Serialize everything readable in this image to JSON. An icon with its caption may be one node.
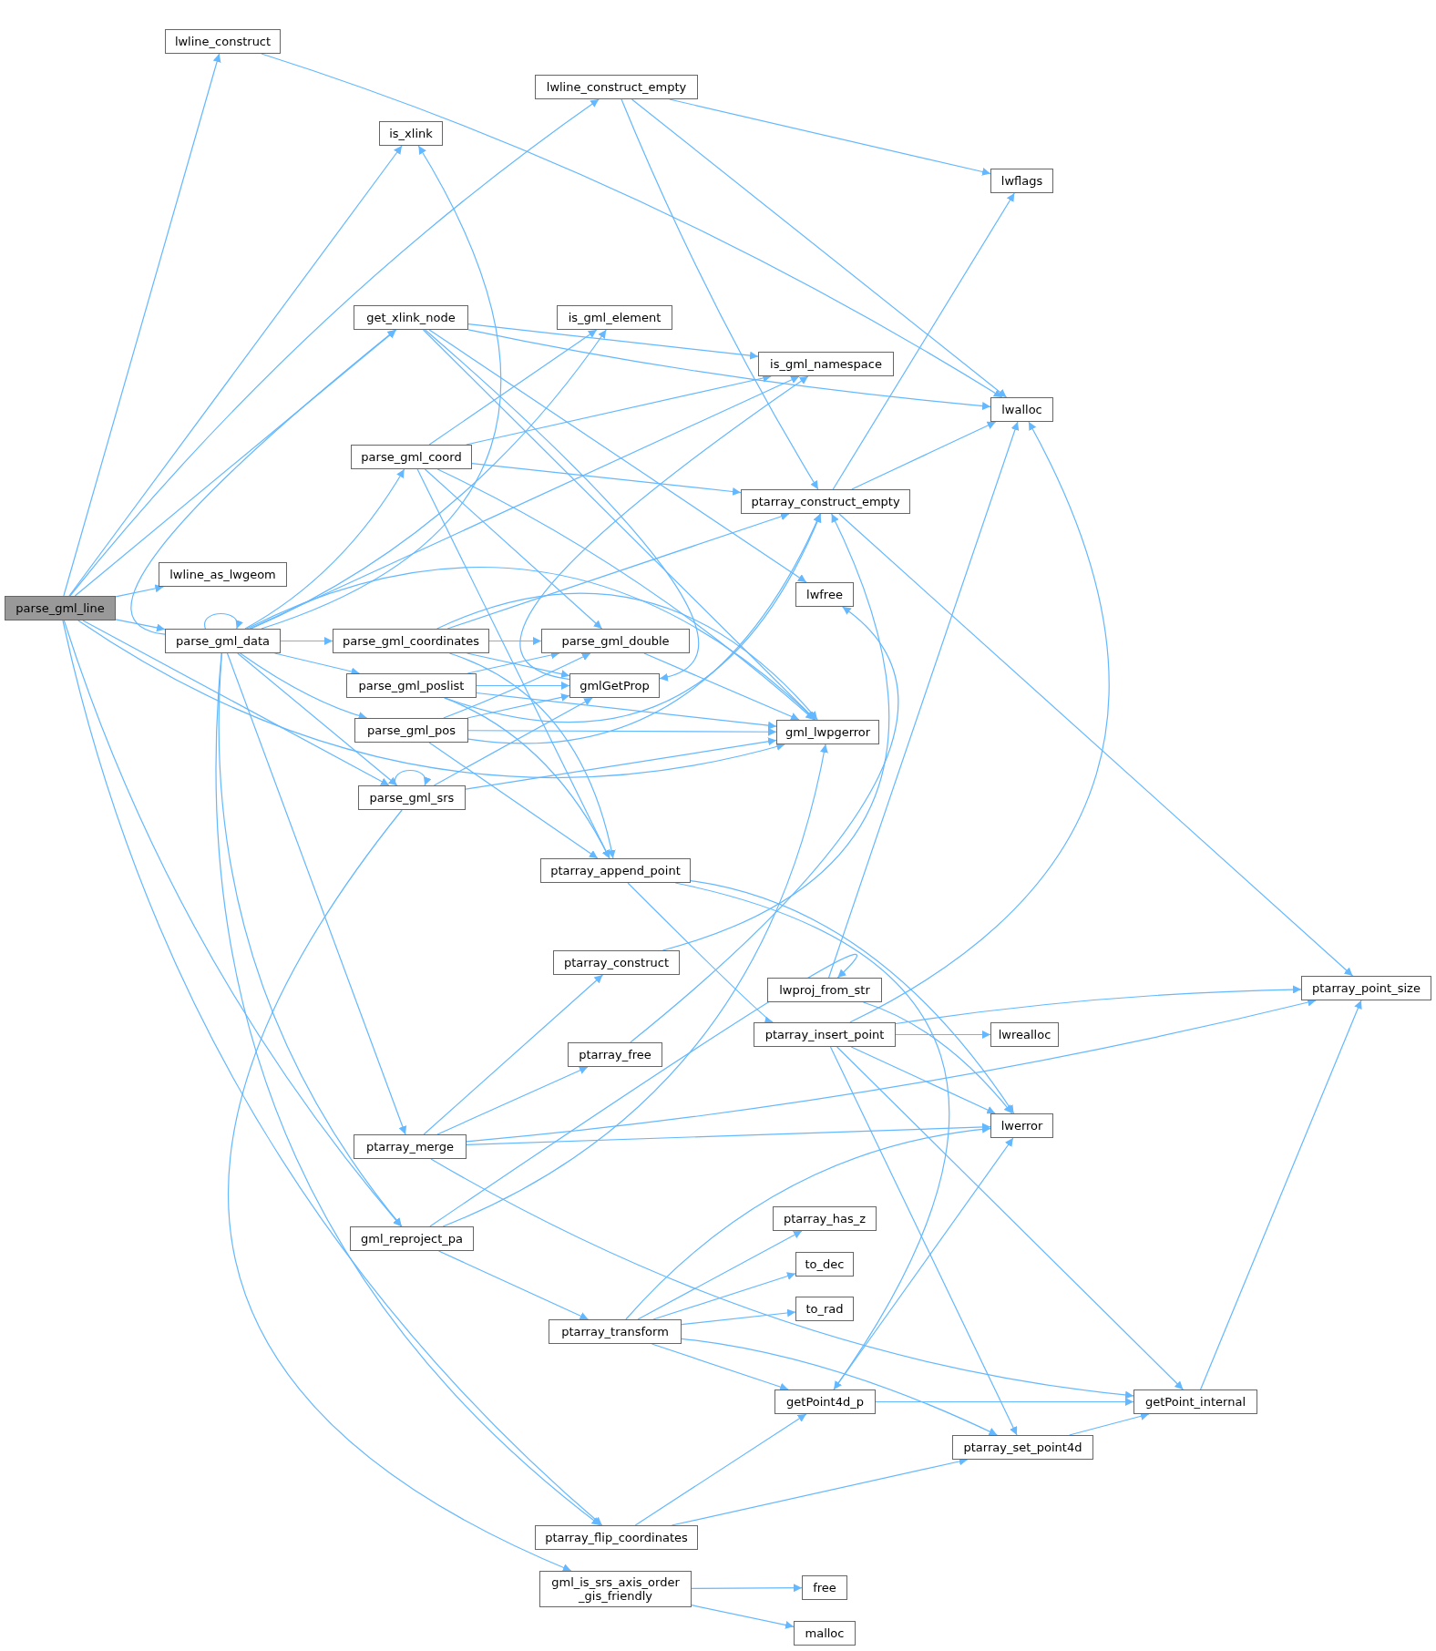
{
  "diagram": {
    "nodes": [
      {
        "text": [
          "parse_gml_line"
        ]
      },
      {
        "text": [
          "lwline_construct"
        ]
      },
      {
        "text": [
          "lwline_construct_empty"
        ]
      },
      {
        "text": [
          "is_xlink"
        ]
      },
      {
        "text": [
          "lwline_as_lwgeom"
        ]
      },
      {
        "text": [
          "parse_gml_data"
        ]
      },
      {
        "text": [
          "get_xlink_node"
        ]
      },
      {
        "text": [
          "is_gml_element"
        ]
      },
      {
        "text": [
          "parse_gml_coord"
        ]
      },
      {
        "text": [
          "parse_gml_coordinates"
        ]
      },
      {
        "text": [
          "parse_gml_poslist"
        ]
      },
      {
        "text": [
          "parse_gml_pos"
        ]
      },
      {
        "text": [
          "parse_gml_srs"
        ]
      },
      {
        "text": [
          "ptarray_merge"
        ]
      },
      {
        "text": [
          "gml_reproject_pa"
        ]
      },
      {
        "text": [
          "ptarray_flip_coordinates"
        ]
      },
      {
        "text": [
          "gml_is_srs_axis_order _gis_friendly"
        ]
      },
      {
        "text": [
          "ptarray_construct"
        ]
      },
      {
        "text": [
          "ptarray_free"
        ]
      },
      {
        "text": [
          "ptarray_transform"
        ]
      },
      {
        "text": [
          "parse_gml_double"
        ]
      },
      {
        "text": [
          "gmlGetProp"
        ]
      },
      {
        "text": [
          "ptarray_append_point"
        ]
      },
      {
        "text": [
          "is_gml_namespace"
        ]
      },
      {
        "text": [
          "ptarray_construct_empty"
        ]
      },
      {
        "text": [
          "lwfree"
        ]
      },
      {
        "text": [
          "gml_lwpgerror"
        ]
      },
      {
        "text": [
          "lwproj_from_str"
        ]
      },
      {
        "text": [
          "ptarray_insert_point"
        ]
      },
      {
        "text": [
          "ptarray_has_z"
        ]
      },
      {
        "text": [
          "to_dec"
        ]
      },
      {
        "text": [
          "to_rad"
        ]
      },
      {
        "text": [
          "getPoint4d_p"
        ]
      },
      {
        "text": [
          "ptarray_set_point4d"
        ]
      },
      {
        "text": [
          "free"
        ]
      },
      {
        "text": [
          "malloc"
        ]
      },
      {
        "text": [
          "lwflags"
        ]
      },
      {
        "text": [
          "lwalloc"
        ]
      },
      {
        "text": [
          "lwrealloc"
        ]
      },
      {
        "text": [
          "lwerror"
        ]
      },
      {
        "text": [
          "getPoint_internal"
        ]
      },
      {
        "text": [
          "ptarray_point_size"
        ]
      }
    ],
    "edges": [
      {
        "from": 0,
        "to": 1,
        "arrow": "to"
      },
      {
        "from": 0,
        "to": 2,
        "arrow": "to"
      },
      {
        "from": 0,
        "to": 3,
        "arrow": "to"
      },
      {
        "from": 0,
        "to": 6,
        "arrow": "to"
      },
      {
        "from": 0,
        "to": 4,
        "arrow": "to"
      },
      {
        "from": 0,
        "to": 5,
        "arrow": "to"
      },
      {
        "from": 0,
        "to": 12,
        "arrow": "to"
      },
      {
        "from": 0,
        "to": 26,
        "arrow": "to"
      },
      {
        "from": 0,
        "to": 14,
        "arrow": "to"
      },
      {
        "from": 0,
        "to": 15,
        "arrow": "to"
      },
      {
        "from": 1,
        "to": 37,
        "arrow": "to"
      },
      {
        "from": 2,
        "to": 36,
        "arrow": "to"
      },
      {
        "from": 2,
        "to": 37,
        "arrow": "to"
      },
      {
        "from": 2,
        "to": 24,
        "arrow": "to"
      },
      {
        "from": 5,
        "to": 5,
        "arrow": "to"
      },
      {
        "from": 5,
        "to": 3,
        "arrow": "to"
      },
      {
        "from": 5,
        "to": 6,
        "arrow": "to"
      },
      {
        "from": 5,
        "to": 7,
        "arrow": "to"
      },
      {
        "from": 5,
        "to": 23,
        "arrow": "to"
      },
      {
        "from": 5,
        "to": 8,
        "arrow": "to"
      },
      {
        "from": 5,
        "to": 9,
        "arrow": "to"
      },
      {
        "from": 5,
        "to": 10,
        "arrow": "to"
      },
      {
        "from": 5,
        "to": 11,
        "arrow": "to"
      },
      {
        "from": 5,
        "to": 12,
        "arrow": "to"
      },
      {
        "from": 5,
        "to": 13,
        "arrow": "to"
      },
      {
        "from": 5,
        "to": 14,
        "arrow": "to"
      },
      {
        "from": 5,
        "to": 15,
        "arrow": "to"
      },
      {
        "from": 5,
        "to": 26,
        "arrow": "to"
      },
      {
        "from": 6,
        "to": 23,
        "arrow": "to"
      },
      {
        "from": 6,
        "to": 37,
        "arrow": "to"
      },
      {
        "from": 6,
        "to": 25,
        "arrow": "to"
      },
      {
        "from": 6,
        "to": 26,
        "arrow": "to"
      },
      {
        "from": 6,
        "to": 21,
        "arrow": "to"
      },
      {
        "from": 8,
        "to": 7,
        "arrow": "to"
      },
      {
        "from": 8,
        "to": 23,
        "arrow": "to"
      },
      {
        "from": 8,
        "to": 24,
        "arrow": "to"
      },
      {
        "from": 8,
        "to": 26,
        "arrow": "to"
      },
      {
        "from": 8,
        "to": 20,
        "arrow": "to"
      },
      {
        "from": 8,
        "to": 22,
        "arrow": "to"
      },
      {
        "from": 9,
        "to": 20,
        "arrow": "to"
      },
      {
        "from": 9,
        "to": 21,
        "arrow": "to"
      },
      {
        "from": 9,
        "to": 24,
        "arrow": "to"
      },
      {
        "from": 9,
        "to": 26,
        "arrow": "to"
      },
      {
        "from": 9,
        "to": 22,
        "arrow": "to"
      },
      {
        "from": 10,
        "to": 20,
        "arrow": "to"
      },
      {
        "from": 10,
        "to": 21,
        "arrow": "to"
      },
      {
        "from": 10,
        "to": 24,
        "arrow": "to"
      },
      {
        "from": 10,
        "to": 26,
        "arrow": "to"
      },
      {
        "from": 10,
        "to": 22,
        "arrow": "to"
      },
      {
        "from": 11,
        "to": 20,
        "arrow": "to"
      },
      {
        "from": 11,
        "to": 21,
        "arrow": "to"
      },
      {
        "from": 11,
        "to": 24,
        "arrow": "to"
      },
      {
        "from": 11,
        "to": 26,
        "arrow": "to"
      },
      {
        "from": 11,
        "to": 22,
        "arrow": "to"
      },
      {
        "from": 12,
        "to": 12,
        "arrow": "to"
      },
      {
        "from": 12,
        "to": 21,
        "arrow": "to"
      },
      {
        "from": 12,
        "to": 26,
        "arrow": "to"
      },
      {
        "from": 12,
        "to": 16,
        "arrow": "to"
      },
      {
        "from": 13,
        "to": 17,
        "arrow": "to"
      },
      {
        "from": 13,
        "to": 18,
        "arrow": "to"
      },
      {
        "from": 13,
        "to": 39,
        "arrow": "to"
      },
      {
        "from": 13,
        "to": 41,
        "arrow": "to"
      },
      {
        "from": 13,
        "to": 40,
        "arrow": "to"
      },
      {
        "from": 14,
        "to": 27,
        "arrow": "to"
      },
      {
        "from": 14,
        "to": 26,
        "arrow": "to"
      },
      {
        "from": 14,
        "to": 19,
        "arrow": "to"
      },
      {
        "from": 17,
        "to": 24,
        "arrow": "to"
      },
      {
        "from": 18,
        "to": 25,
        "arrow": "to"
      },
      {
        "from": 19,
        "to": 29,
        "arrow": "to"
      },
      {
        "from": 19,
        "to": 30,
        "arrow": "to"
      },
      {
        "from": 19,
        "to": 31,
        "arrow": "to"
      },
      {
        "from": 19,
        "to": 32,
        "arrow": "to"
      },
      {
        "from": 19,
        "to": 33,
        "arrow": "to"
      },
      {
        "from": 19,
        "to": 39,
        "arrow": "to"
      },
      {
        "from": 15,
        "to": 32,
        "arrow": "to"
      },
      {
        "from": 15,
        "to": 33,
        "arrow": "to"
      },
      {
        "from": 16,
        "to": 34,
        "arrow": "to"
      },
      {
        "from": 16,
        "to": 35,
        "arrow": "to"
      },
      {
        "from": 20,
        "to": 26,
        "arrow": "to"
      },
      {
        "from": 21,
        "to": 23,
        "arrow": "to"
      },
      {
        "from": 22,
        "to": 28,
        "arrow": "to"
      },
      {
        "from": 22,
        "to": 39,
        "arrow": "to"
      },
      {
        "from": 22,
        "to": 32,
        "arrow": "to"
      },
      {
        "from": 24,
        "to": 36,
        "arrow": "to"
      },
      {
        "from": 24,
        "to": 37,
        "arrow": "to"
      },
      {
        "from": 24,
        "to": 41,
        "arrow": "to"
      },
      {
        "from": 27,
        "to": 37,
        "arrow": "to"
      },
      {
        "from": 27,
        "to": 39,
        "arrow": "to"
      },
      {
        "from": 28,
        "to": 41,
        "arrow": "to"
      },
      {
        "from": 28,
        "to": 38,
        "arrow": "to"
      },
      {
        "from": 28,
        "to": 39,
        "arrow": "to"
      },
      {
        "from": 28,
        "to": 33,
        "arrow": "to"
      },
      {
        "from": 28,
        "to": 40,
        "arrow": "to"
      },
      {
        "from": 28,
        "to": 37,
        "arrow": "to"
      },
      {
        "from": 32,
        "to": 40,
        "arrow": "to"
      },
      {
        "from": 32,
        "to": 39,
        "arrow": "to"
      },
      {
        "from": 33,
        "to": 40,
        "arrow": "to"
      },
      {
        "from": 40,
        "to": 41,
        "arrow": "to"
      }
    ]
  }
}
